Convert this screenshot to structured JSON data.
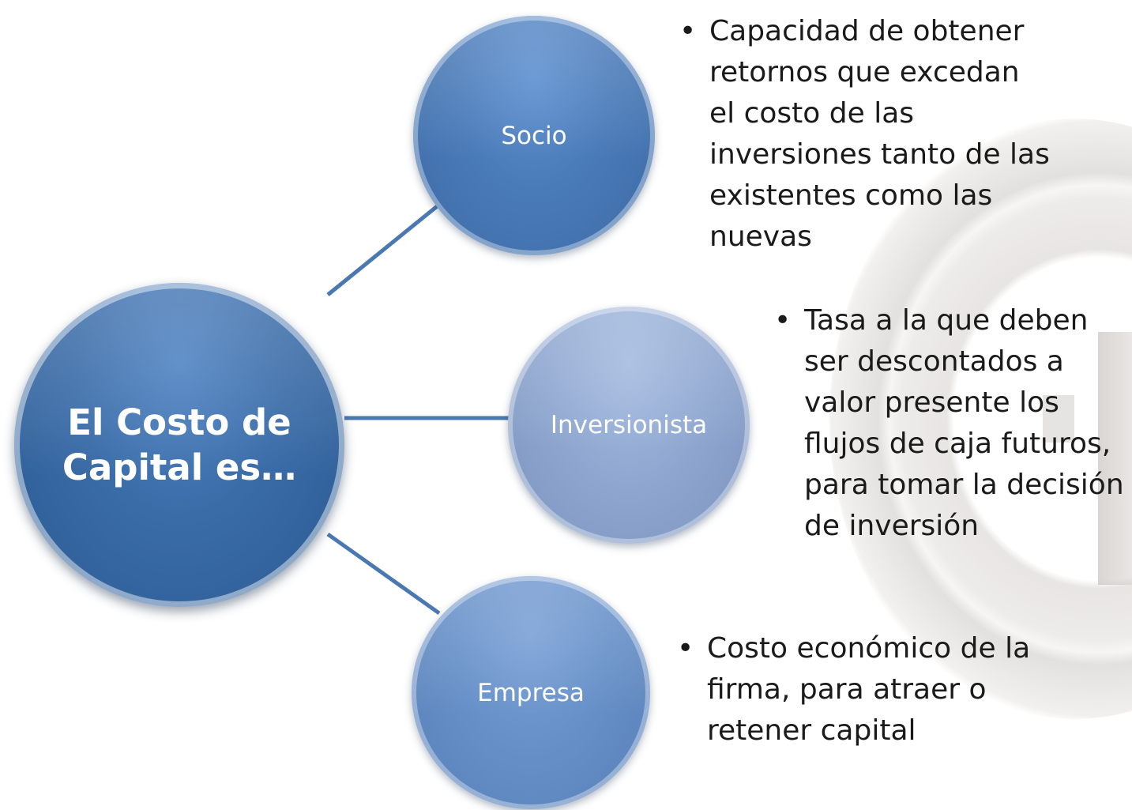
{
  "diagram": {
    "center": {
      "label": "El Costo de Capital es…"
    },
    "branches": [
      {
        "label": "Socio",
        "description": "Capacidad de obtener retornos que excedan el costo de las inversiones tanto de las existentes como las nuevas"
      },
      {
        "label": "Inversionista",
        "description": "Tasa a la que deben ser descontados a valor presente los flujos de caja futuros, para tomar la decisión de inversión"
      },
      {
        "label": "Empresa",
        "description": "Costo económico de la firma, para atraer o retener capital"
      }
    ]
  },
  "colors": {
    "center_fill": "#3a6ca8",
    "socio_fill": "#4a7bb9",
    "inversionista_fill": "#8ea6cf",
    "empresa_fill": "#6690c8",
    "connector": "#4a78b2",
    "text": "#1a1a1a"
  },
  "icons": {
    "watermark": "university-seal-watermark"
  }
}
